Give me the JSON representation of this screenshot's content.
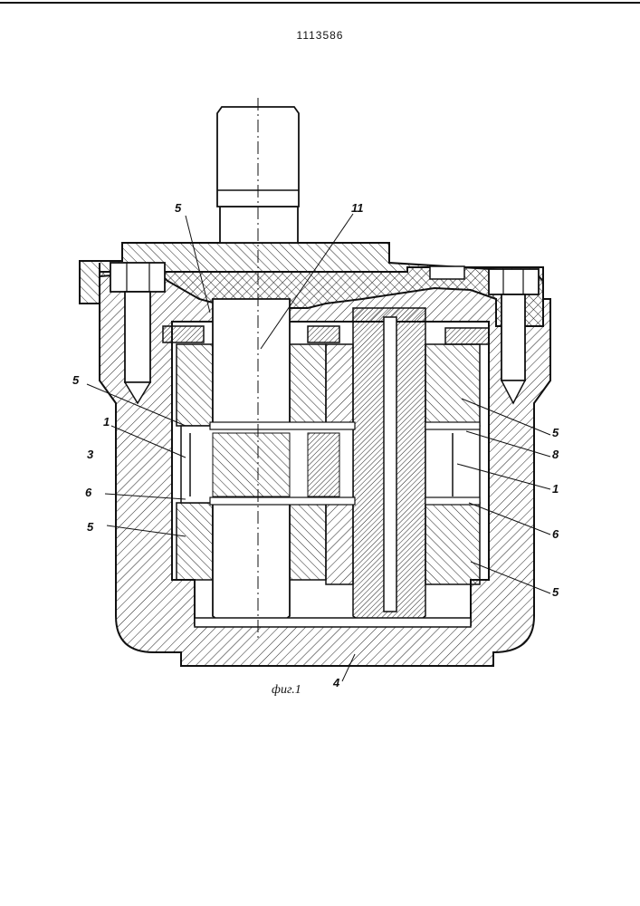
{
  "header": {
    "patent_number": "1113586"
  },
  "figure": {
    "caption": "фиг.1",
    "labels": {
      "l5_top": "5",
      "l11": "11",
      "l5_left_a": "5",
      "l1_left": "1",
      "l3": "3",
      "l6_left": "6",
      "l5_left_b": "5",
      "l5_right_a": "5",
      "l8": "8",
      "l1_right": "1",
      "l6_right": "6",
      "l5_right_b": "5",
      "l4": "4"
    }
  }
}
